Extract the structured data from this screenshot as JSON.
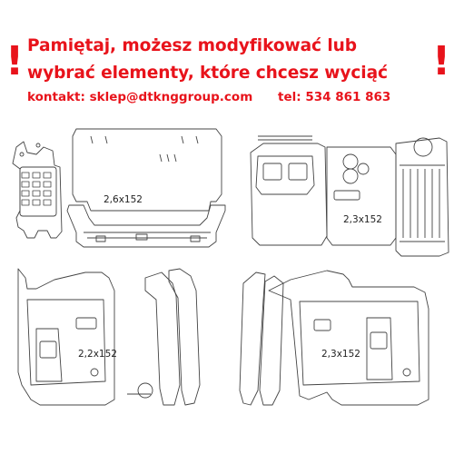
{
  "header": {
    "line1": "Pamiętaj, możesz modyfikować lub",
    "line2": "wybrać elementy, które chcesz wyciąć",
    "exclamation": "!",
    "contact": "kontakt: sklep@dtknggroup.com",
    "phone": "tel: 534 861 863"
  },
  "parts": {
    "hood": {
      "size": "2,6x152"
    },
    "doors": {
      "size": "2,3x152"
    },
    "left_side": {
      "size": "2,2x152"
    },
    "right_side": {
      "size": "2,3x152"
    }
  },
  "colors": {
    "text_accent": "#e8131b",
    "outline": "#444444"
  }
}
